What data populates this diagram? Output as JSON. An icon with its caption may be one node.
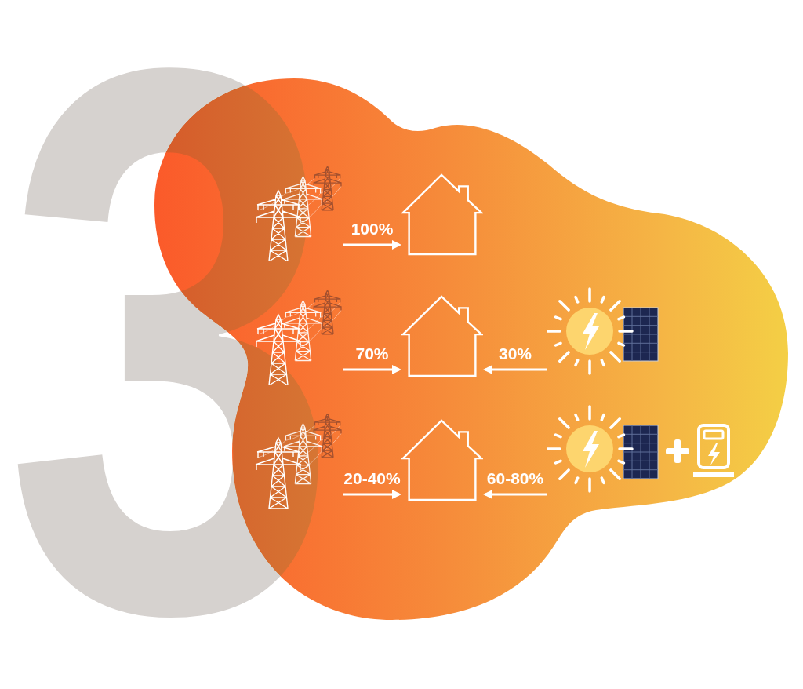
{
  "diagram": {
    "nodes": [
      {
        "text": [],
        "shape": "picture"
      },
      {
        "text": [],
        "shape": "picture"
      },
      {
        "text": [],
        "shape": "picture"
      },
      {
        "text": [],
        "shape": "picture"
      },
      {
        "text": [],
        "shape": "picture"
      },
      {
        "text": [],
        "shape": "picture"
      },
      {
        "text": [],
        "shape": "picture"
      },
      {
        "text": [],
        "shape": "picture"
      }
    ],
    "edges": [
      {
        "from": 0,
        "to": 1,
        "arrow": "to",
        "label": "100%"
      },
      {
        "from": 2,
        "to": 3,
        "arrow": "to",
        "label": "70%"
      },
      {
        "from": 4,
        "to": 3,
        "arrow": "to",
        "label": "30%"
      },
      {
        "from": 5,
        "to": 6,
        "arrow": "to",
        "label": "20-40%"
      },
      {
        "from": 7,
        "to": 6,
        "arrow": "to",
        "label": "60-80%"
      }
    ],
    "labels": [
      "3"
    ]
  }
}
